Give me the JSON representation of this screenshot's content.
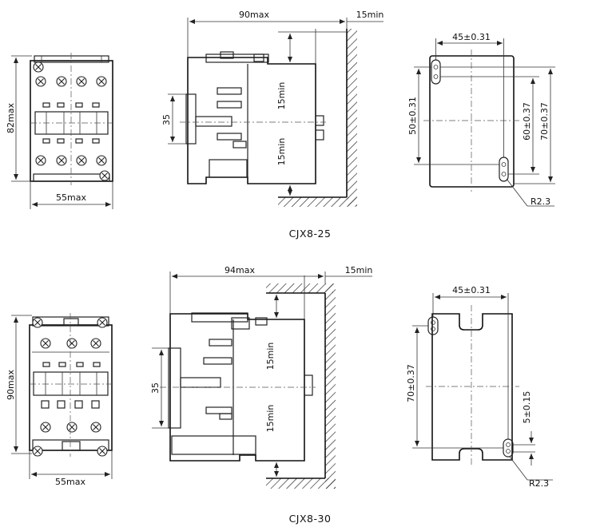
{
  "views": {
    "top": {
      "caption": "CJX8-25",
      "front_height": "82max",
      "front_width": "55max",
      "side_width": "90max",
      "side_clear": "15min",
      "side_height": "35",
      "side_gap_top": "15min",
      "side_gap_bottom": "15min",
      "mount_width": "45±0.31",
      "mount_left": "50±0.31",
      "mount_right_a": "60±0.37",
      "mount_right_b": "70±0.37",
      "mount_radius": "R2.3"
    },
    "bottom": {
      "caption": "CJX8-30",
      "front_height": "90max",
      "front_width": "55max",
      "side_width": "94max",
      "side_clear": "15min",
      "side_height": "35",
      "side_gap_top": "15min",
      "side_gap_bottom": "15min",
      "mount_width": "45±0.31",
      "mount_left": "70±0.37",
      "mount_right": "5±0.15",
      "mount_radius": "R2.3"
    }
  }
}
